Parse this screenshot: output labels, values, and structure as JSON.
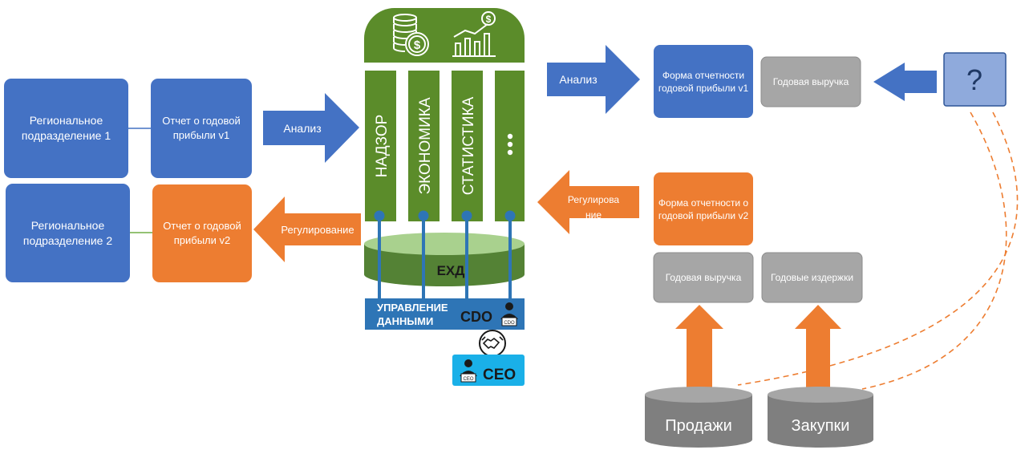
{
  "left": {
    "region1": "Региональное подразделение 1",
    "region2": "Региональное подразделение 2",
    "report_v1": "Отчет о годовой прибыли v1",
    "report_v2": "Отчет о годовой прибыли v2",
    "analysis": "Анализ",
    "regulation": "Регулирование"
  },
  "center": {
    "columns": [
      "НАДЗОР",
      "ЭКОНОМИКА",
      "СТАТИСТИКА"
    ],
    "more": "•••",
    "db_label": "ЕХД",
    "data_mgmt_line1": "УПРАВЛЕНИЕ",
    "data_mgmt_line2": "ДАННЫМИ",
    "cdo": "CDO",
    "cdo_badge": "CDO",
    "ceo": "CEO",
    "ceo_badge": "CEO"
  },
  "right": {
    "analysis": "Анализ",
    "regulation_line1": "Регулирова",
    "regulation_line2": "ние",
    "form_v1": "Форма отчетности годовой прибыли v1",
    "annual_revenue_top": "Годовая выручка",
    "unknown_source": "?",
    "form_v2": "Форма отчетности о годовой прибыли v2",
    "annual_revenue": "Годовая выручка",
    "annual_costs": "Годовые издержки",
    "sales_db": "Продажи",
    "purchases_db": "Закупки"
  },
  "colors": {
    "blue": "#4472c4",
    "orange": "#ed7d31",
    "green": "#5b8c2a",
    "gray": "#a6a6a6",
    "dark_gray": "#7f7f7f",
    "mgmt_blue": "#2e75b6",
    "ceo_cyan": "#1ab0e8",
    "light_blue": "#8faadc"
  }
}
